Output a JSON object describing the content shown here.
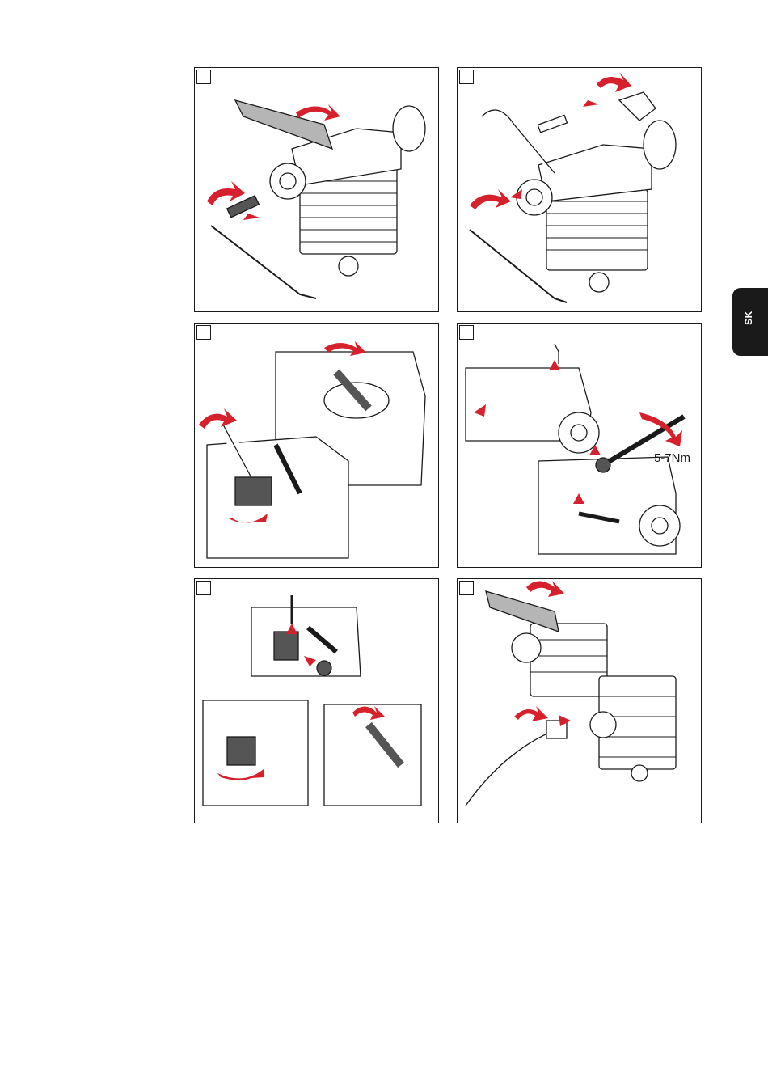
{
  "sidebar_tab": {
    "label": "SK"
  },
  "panels": [
    {
      "id": 1,
      "torque": ""
    },
    {
      "id": 2,
      "torque": ""
    },
    {
      "id": 3,
      "torque": ""
    },
    {
      "id": 4,
      "torque": "5-7Nm"
    },
    {
      "id": 5,
      "torque": ""
    },
    {
      "id": 6,
      "torque": ""
    }
  ],
  "colors": {
    "accent": "#d6202b",
    "line": "#1a1a1a",
    "shade": "#9a9a9a"
  }
}
